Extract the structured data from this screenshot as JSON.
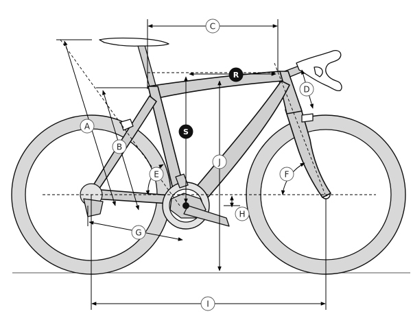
{
  "labels": {
    "A": "A",
    "B": "B",
    "C": "C",
    "D": "D",
    "E": "E",
    "F": "F",
    "G": "G",
    "H": "H",
    "I": "I",
    "J": "J",
    "R": "R",
    "S": "S"
  }
}
